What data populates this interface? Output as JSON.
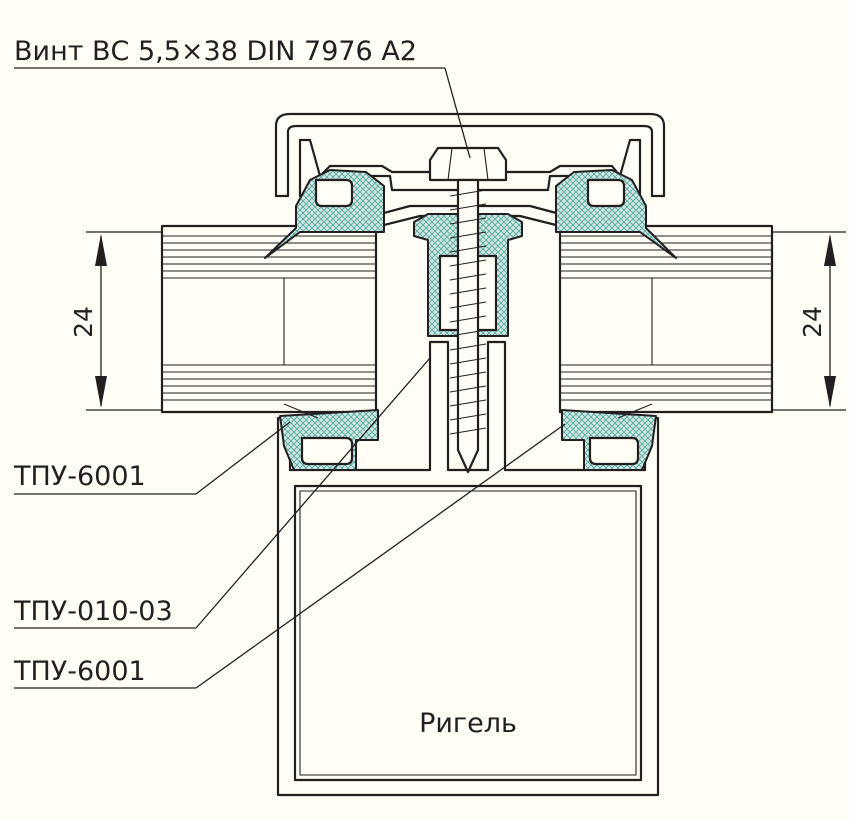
{
  "labels": {
    "screw": "Винт ВС 5,5×38 DIN 7976 A2",
    "gasket_left": "ТПУ-6001",
    "gasket_center": "ТПУ-010-03",
    "gasket_right": "ТПУ-6001",
    "transom": "Ригель"
  },
  "dimensions": {
    "left_thickness": "24",
    "right_thickness": "24"
  },
  "colors": {
    "background": "#fffdf5",
    "line": "#231f20",
    "gasket_fill": "#cfe8e4",
    "gasket_hatch": "#5aa79c"
  }
}
